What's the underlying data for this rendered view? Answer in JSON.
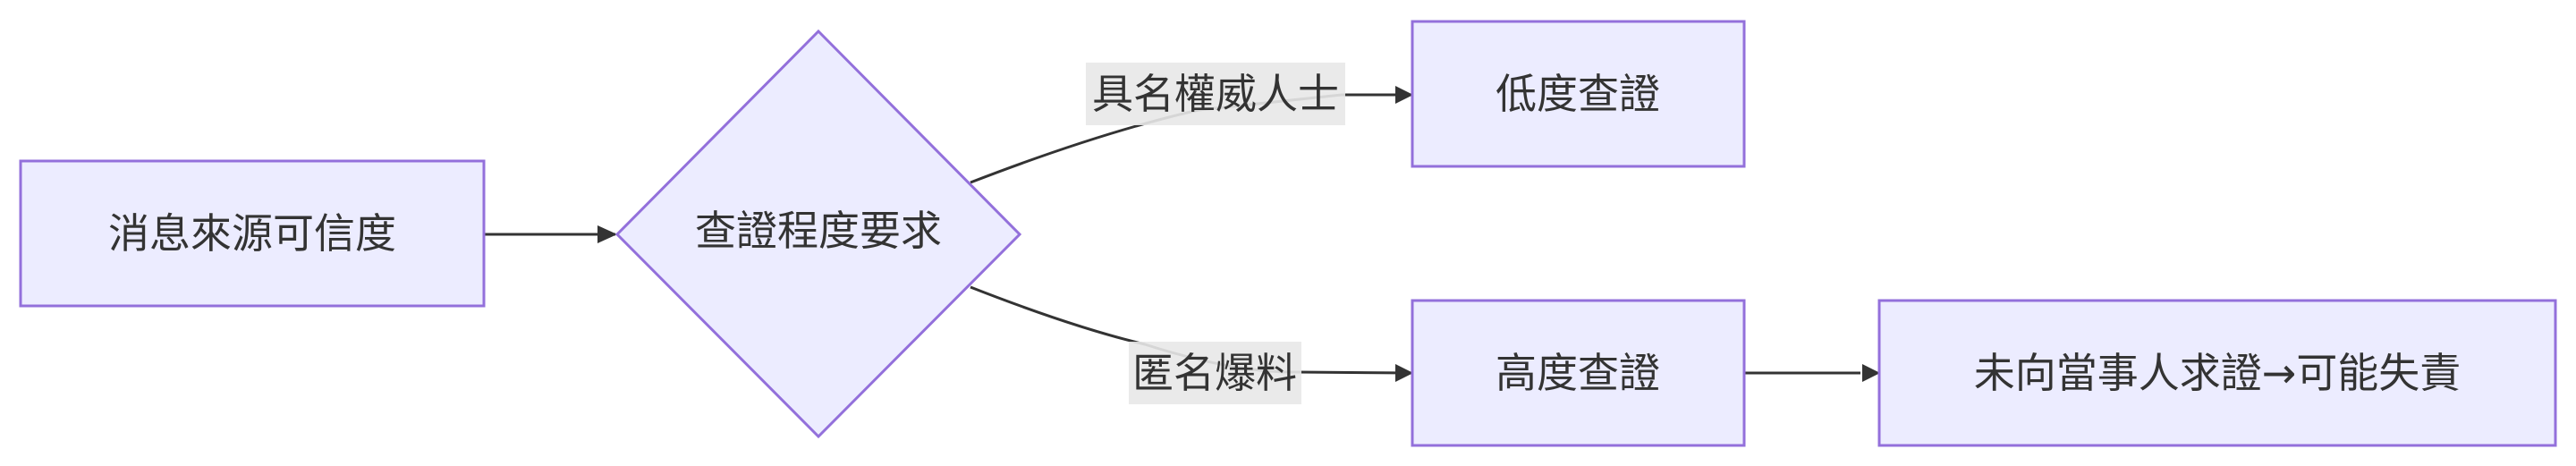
{
  "diagram": {
    "type": "flowchart",
    "nodes": {
      "source": {
        "label": "消息來源可信度",
        "shape": "rect"
      },
      "decision": {
        "label": "查證程度要求",
        "shape": "diamond"
      },
      "low": {
        "label": "低度查證",
        "shape": "rect"
      },
      "high": {
        "label": "高度查證",
        "shape": "rect"
      },
      "result": {
        "label": "未向當事人求證→可能失責",
        "shape": "rect"
      }
    },
    "edges": {
      "source_decision": {
        "from": "消息來源可信度",
        "to": "查證程度要求",
        "label": ""
      },
      "decision_low": {
        "from": "查證程度要求",
        "to": "低度查證",
        "label": "具名權威人士"
      },
      "decision_high": {
        "from": "查證程度要求",
        "to": "高度查證",
        "label": "匿名爆料"
      },
      "high_result": {
        "from": "高度查證",
        "to": "未向當事人求證→可能失責",
        "label": ""
      }
    },
    "colors": {
      "node_fill": "#ececff",
      "node_stroke": "#9370db",
      "edge": "#333333",
      "label_bg": "#e8e8e8"
    }
  }
}
